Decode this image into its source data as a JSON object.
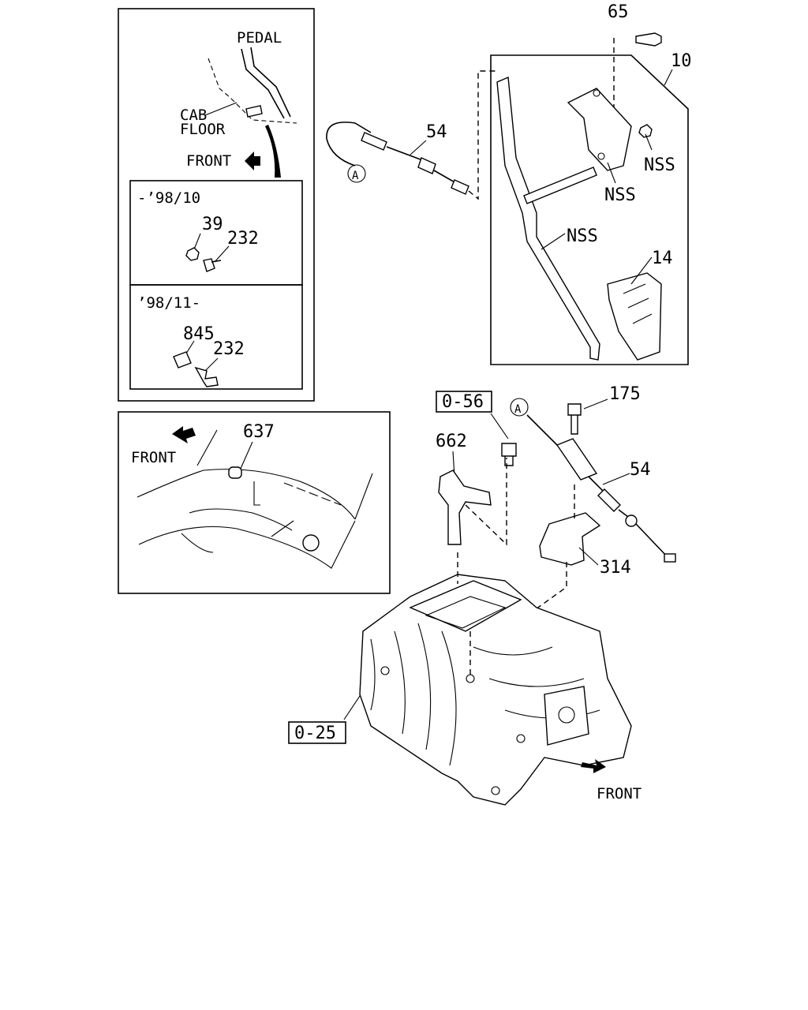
{
  "inset_pedal": {
    "pedal_label": "PEDAL",
    "cab_floor_label_line1": "CAB",
    "cab_floor_label_line2": "FLOOR",
    "front_label": "FRONT",
    "box_early": {
      "date_label": "-’98/10",
      "part_a": "39",
      "part_b": "232"
    },
    "box_late": {
      "date_label": "’98/11-",
      "part_a": "845",
      "part_b": "232"
    }
  },
  "inset_cowl": {
    "part": "637",
    "front_label": "FRONT"
  },
  "pedal_assembly": {
    "bolt": "65",
    "assembly": "10",
    "nss_1": "NSS",
    "nss_2": "NSS",
    "nss_3": "NSS",
    "pedal_pad": "14"
  },
  "cable_upper": {
    "part": "54",
    "connector": "A"
  },
  "engine": {
    "ref_box_upper": "0-56",
    "ref_box_lower": "0-25",
    "connector": "A",
    "bolt": "175",
    "cable": "54",
    "bracket_left": "662",
    "bracket_right": "314",
    "front_label": "FRONT"
  }
}
